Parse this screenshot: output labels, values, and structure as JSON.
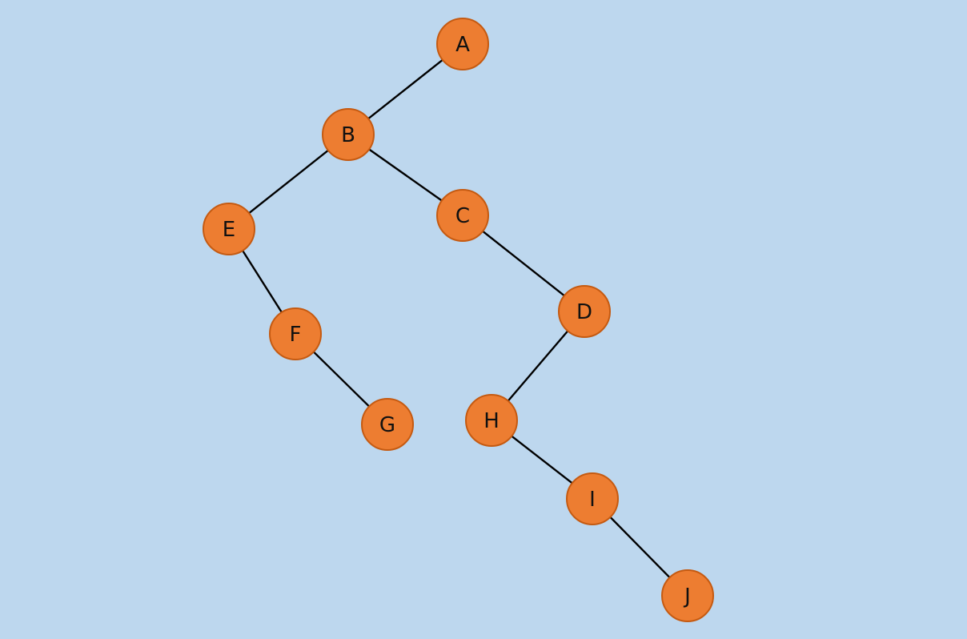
{
  "colors": {
    "background": "#bdd7ee",
    "node_fill": "#ed7d31",
    "node_stroke": "#c55a11",
    "edge": "#000000",
    "label": "#111111"
  },
  "nodes": [
    {
      "id": "A",
      "label": "A"
    },
    {
      "id": "B",
      "label": "B"
    },
    {
      "id": "C",
      "label": "C"
    },
    {
      "id": "D",
      "label": "D"
    },
    {
      "id": "E",
      "label": "E"
    },
    {
      "id": "F",
      "label": "F"
    },
    {
      "id": "G",
      "label": "G"
    },
    {
      "id": "H",
      "label": "H"
    },
    {
      "id": "I",
      "label": "I"
    },
    {
      "id": "J",
      "label": "J"
    }
  ],
  "edges": [
    {
      "from": "A",
      "to": "B"
    },
    {
      "from": "B",
      "to": "E"
    },
    {
      "from": "B",
      "to": "C"
    },
    {
      "from": "E",
      "to": "F"
    },
    {
      "from": "F",
      "to": "G"
    },
    {
      "from": "C",
      "to": "D"
    },
    {
      "from": "D",
      "to": "H"
    },
    {
      "from": "H",
      "to": "I"
    },
    {
      "from": "I",
      "to": "J"
    }
  ]
}
